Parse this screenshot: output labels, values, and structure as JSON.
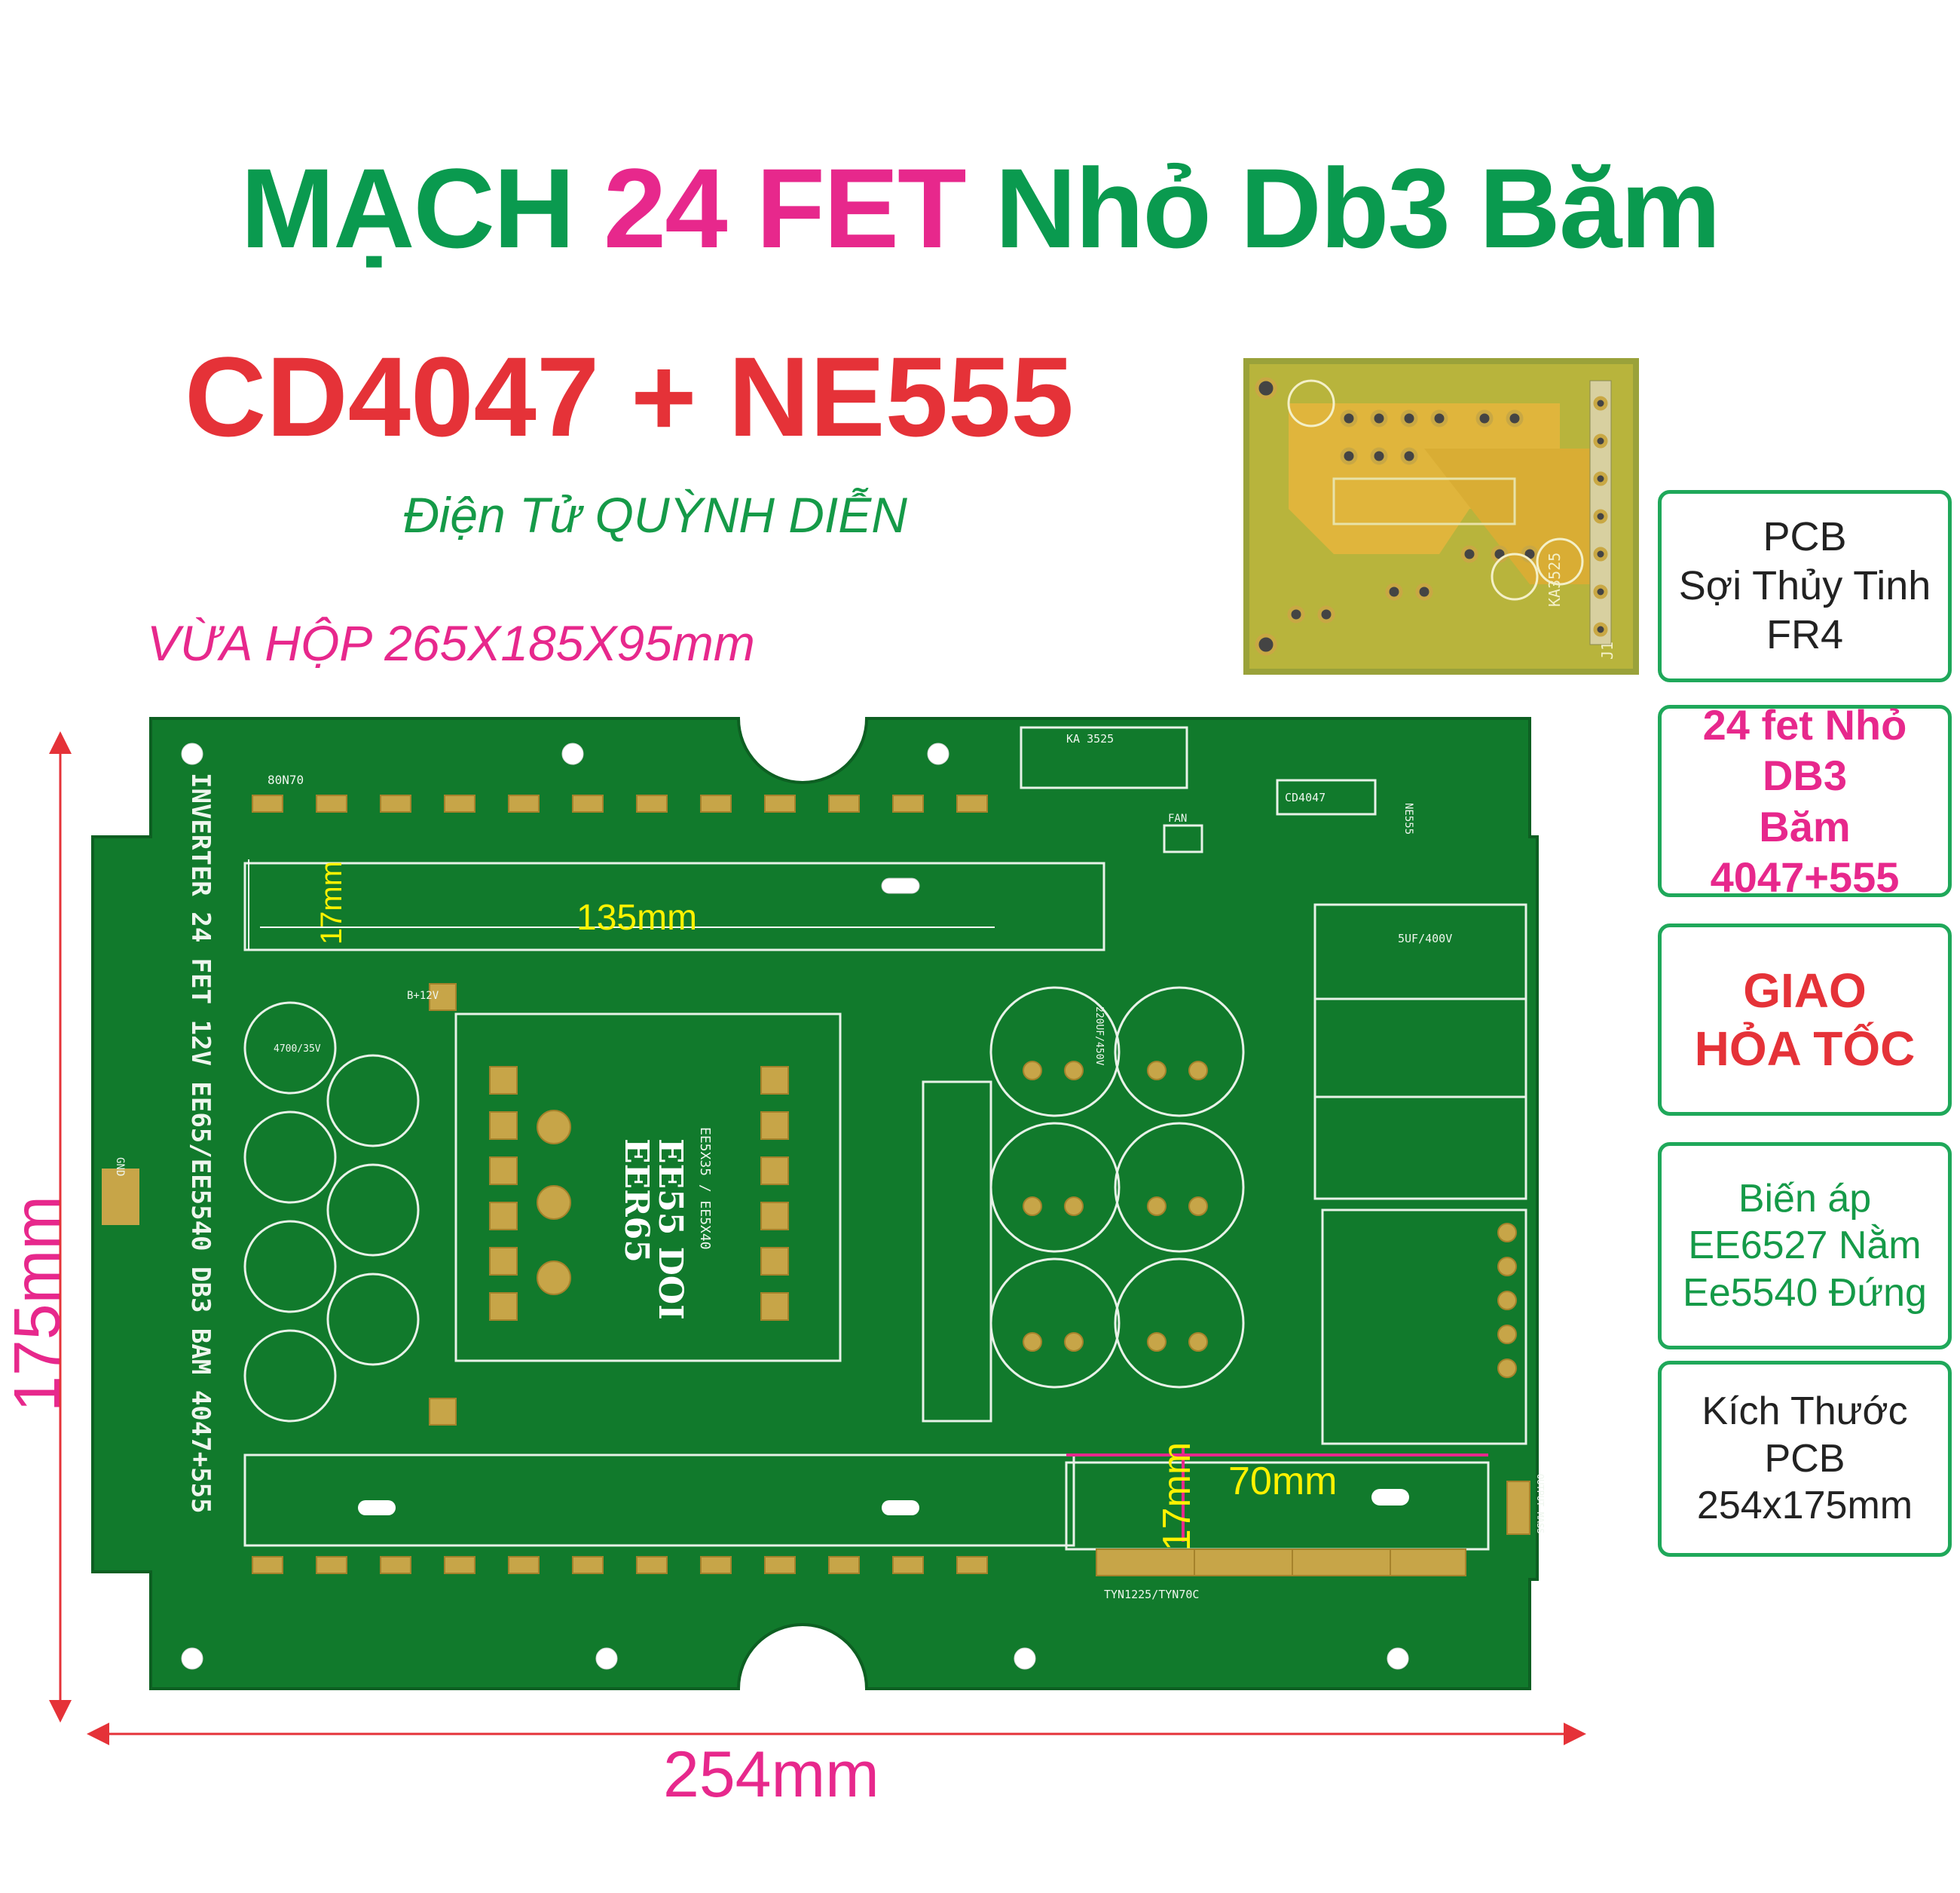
{
  "header": {
    "title_a": "MẠCH ",
    "title_b": "24 FET",
    "title_c": " Nhỏ Db3 Băm",
    "subtitle": "CD4047 + NE555",
    "brand": "Điện Tử QUỲNH DIỄN",
    "box_fit": "VỪA HỘP 265X185X95mm"
  },
  "info_boxes": [
    {
      "line1": "PCB",
      "line2": "Sợi Thủy Tinh FR4",
      "color": "#222222"
    },
    {
      "line1": "24 fet Nhỏ DB3",
      "line2": "Băm 4047+555",
      "color": "#e7288c"
    },
    {
      "line1": "GIAO",
      "line2": "HỎA TỐC",
      "color": "#e53238"
    },
    {
      "line1": "Biến áp",
      "line2": "EE6527 Nằm",
      "line3": "Ee5540 Đứng",
      "color": "#159a48"
    },
    {
      "line1": "Kích Thước PCB",
      "line2": "254x175mm",
      "color": "#222222"
    }
  ],
  "dimensions": {
    "height": "175mm",
    "width": "254mm",
    "top_bar_len": "135mm",
    "top_bar_h": "17mm",
    "bottom_bar_len": "70mm",
    "bottom_bar_h": "17mm"
  },
  "board_silk": {
    "vertical_text": "INVERTER 24 FET 12V EE65/EE5540 DB3 BAM 4047+555",
    "transformer_1": "EE55 DOI",
    "transformer_2": "EER65",
    "transformer_side": "EE5X35 / EE5X40",
    "ic_1": "KA 3525",
    "ic_2": "CD4047",
    "ic_3": "NE555",
    "cap_hv": "5UF/400V",
    "cap_big": "220UF/450V",
    "cap_small": "4700/35V",
    "fet": "80N70",
    "triac": "TYN1225/TYN70C",
    "gnd": "GND",
    "bplus": "B+12V",
    "fan": "FAN",
    "output": "OUTPUT MASS",
    "inset_ic": "KA3525",
    "inset_j1": "J1"
  },
  "colors": {
    "title_green": "#0a9a4f",
    "title_pink": "#e7288c",
    "subtitle_red": "#e53238",
    "pcb_green": "#117a2c",
    "box_border": "#1fa85a"
  }
}
